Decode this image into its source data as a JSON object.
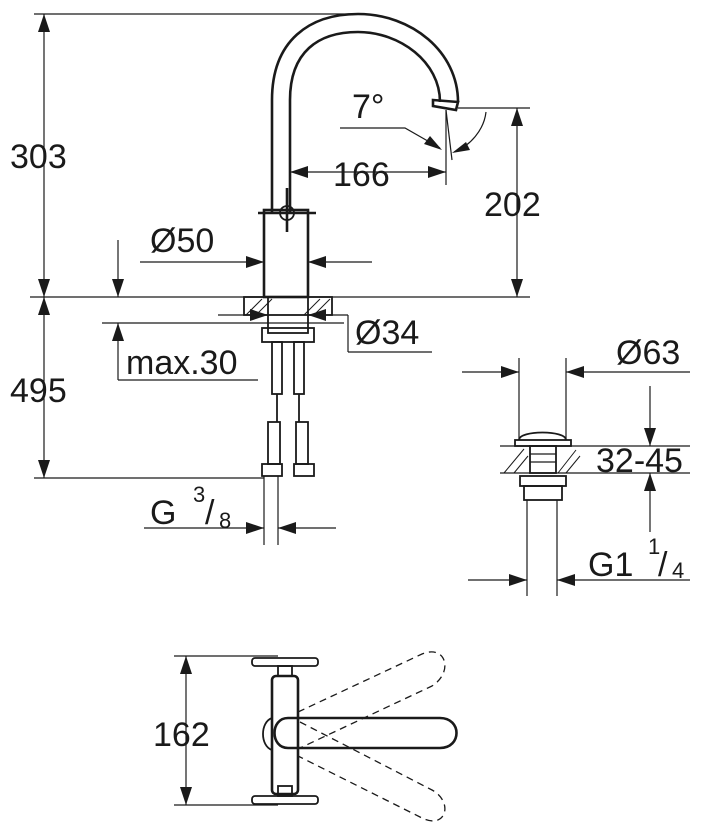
{
  "dimensions": {
    "height_total": "303",
    "angle": "7°",
    "reach": "166",
    "spout_height": "202",
    "base_dia": "Ø50",
    "shank_dia": "Ø34",
    "max_thickness": "max.30",
    "below_deck": "495",
    "waste_dia": "Ø63",
    "waste_range": "32-45",
    "connection_prefix": "G",
    "connection_num": "3",
    "connection_den": "8",
    "waste_thread_prefix": "G1",
    "waste_thread_num": "1",
    "waste_thread_den": "4",
    "plan_depth": "162"
  }
}
